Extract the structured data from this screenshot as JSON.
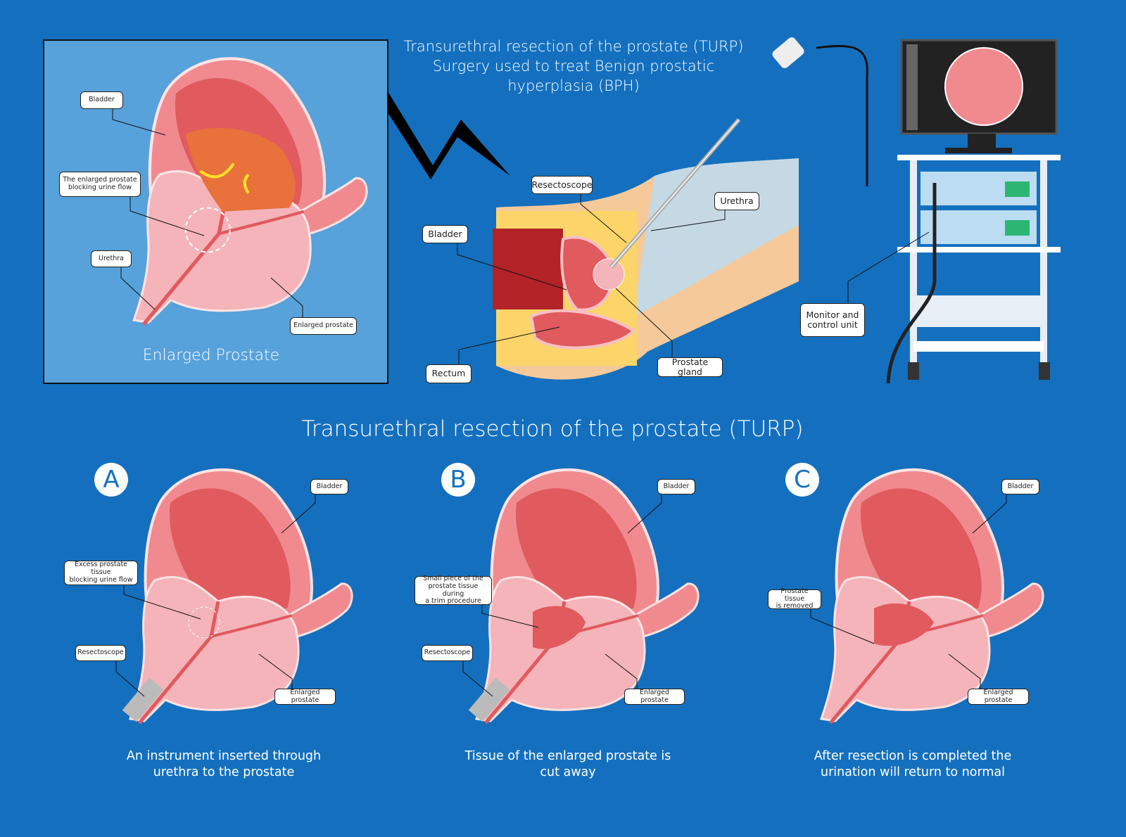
{
  "header": {
    "title_lines": [
      "Transurethral resection of the prostate (TURP)",
      "Surgery used to treat Benign prostatic",
      "hyperplasia (BPH)"
    ]
  },
  "inset": {
    "caption": "Enlarged Prostate",
    "labels": {
      "bladder": "Bladder",
      "blocking_line1": "The enlarged prostate",
      "blocking_line2": "blocking urine flow",
      "urethra": "Urethra",
      "enlarged_prostate": "Enlarged prostate"
    }
  },
  "procedure": {
    "labels": {
      "resectoscope": "Resectoscope",
      "urethra": "Urethra",
      "bladder": "Bladder",
      "rectum": "Rectum",
      "prostate_gland": "Prostate gland",
      "monitor_line1": "Monitor and",
      "monitor_line2": "control unit"
    }
  },
  "steps_title": "Transurethral resection of the prostate (TURP)",
  "steps": [
    {
      "letter": "A",
      "labels": {
        "bladder": "Bladder",
        "note_line1": "Excess prostate tissue",
        "note_line2": "blocking urine flow",
        "resectoscope": "Resectoscope",
        "enlarged_prostate": "Enlarged prostate"
      },
      "caption_line1": "An instrument inserted through",
      "caption_line2": "urethra to the prostate"
    },
    {
      "letter": "B",
      "labels": {
        "bladder": "Bladder",
        "note_line1": "Small piece of the",
        "note_line2": "prostate tissue during",
        "note_line3": "a trim procedure",
        "resectoscope": "Resectoscope",
        "enlarged_prostate": "Enlarged prostate"
      },
      "caption_line1": "Tissue of the enlarged prostate is",
      "caption_line2": "cut away"
    },
    {
      "letter": "C",
      "labels": {
        "bladder": "Bladder",
        "note_line1": "Prostate tissue",
        "note_line2": "is removed",
        "enlarged_prostate": "Enlarged prostate"
      },
      "caption_line1": "After resection is completed the",
      "caption_line2": "urination will return to normal"
    }
  ],
  "colors": {
    "background": "#1470be",
    "inset": "#57a2db",
    "tissue": "#f08a8f",
    "cavity": "#e05a5e",
    "prostate": "#f4b4b9",
    "urine": "#e8713c"
  }
}
